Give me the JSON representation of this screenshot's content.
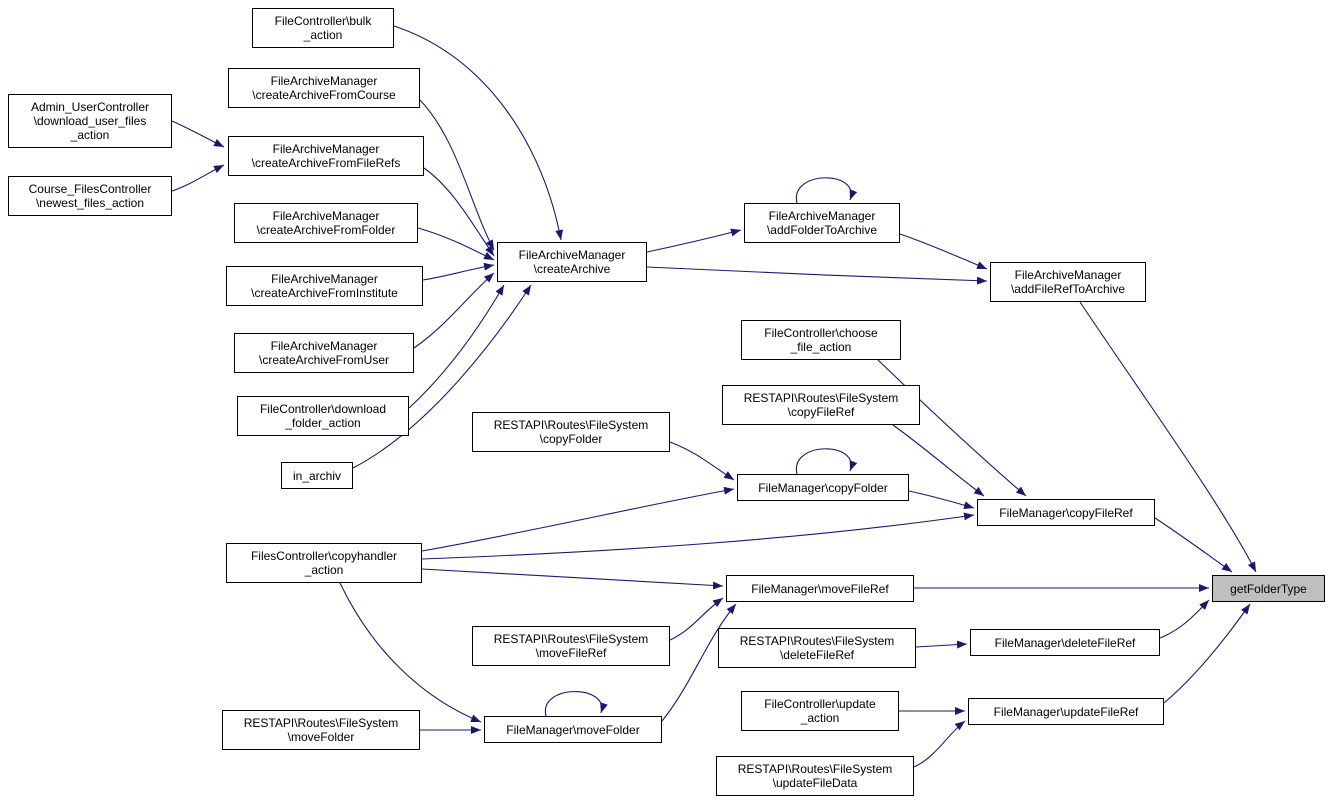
{
  "diagram": {
    "type": "doxygen-caller-graph",
    "focus_node": "getFolderType",
    "colors": {
      "background": "#ffffff",
      "edge": "#191970",
      "node_bg": "#ffffff",
      "node_border": "#000000",
      "highlight_bg": "#bfbfbf"
    },
    "nodes": [
      {
        "id": "bulk_action",
        "label": "FileController\\bulk\n_action"
      },
      {
        "id": "download_user_files_action",
        "label": "Admin_UserController\n\\download_user_files\n_action"
      },
      {
        "id": "newest_files_action",
        "label": "Course_FilesController\n\\newest_files_action"
      },
      {
        "id": "createArchiveFromCourse",
        "label": "FileArchiveManager\n\\createArchiveFromCourse"
      },
      {
        "id": "createArchiveFromFileRefs",
        "label": "FileArchiveManager\n\\createArchiveFromFileRefs"
      },
      {
        "id": "createArchiveFromFolder",
        "label": "FileArchiveManager\n\\createArchiveFromFolder"
      },
      {
        "id": "createArchiveFromInstitute",
        "label": "FileArchiveManager\n\\createArchiveFromInstitute"
      },
      {
        "id": "createArchiveFromUser",
        "label": "FileArchiveManager\n\\createArchiveFromUser"
      },
      {
        "id": "download_folder_action",
        "label": "FileController\\download\n_folder_action"
      },
      {
        "id": "in_archiv",
        "label": "in_archiv"
      },
      {
        "id": "createArchive",
        "label": "FileArchiveManager\n\\createArchive"
      },
      {
        "id": "addFolderToArchive",
        "label": "FileArchiveManager\n\\addFolderToArchive"
      },
      {
        "id": "addFileRefToArchive",
        "label": "FileArchiveManager\n\\addFileRefToArchive"
      },
      {
        "id": "choose_file_action",
        "label": "FileController\\choose\n_file_action"
      },
      {
        "id": "restapi_copyFileRef",
        "label": "RESTAPI\\Routes\\FileSystem\n\\copyFileRef"
      },
      {
        "id": "restapi_copyFolder",
        "label": "RESTAPI\\Routes\\FileSystem\n\\copyFolder"
      },
      {
        "id": "fm_copyFolder",
        "label": "FileManager\\copyFolder"
      },
      {
        "id": "fm_copyFileRef",
        "label": "FileManager\\copyFileRef"
      },
      {
        "id": "copyhandler_action",
        "label": "FilesController\\copyhandler\n_action"
      },
      {
        "id": "fm_moveFileRef",
        "label": "FileManager\\moveFileRef"
      },
      {
        "id": "restapi_moveFileRef",
        "label": "RESTAPI\\Routes\\FileSystem\n\\moveFileRef"
      },
      {
        "id": "restapi_deleteFileRef",
        "label": "RESTAPI\\Routes\\FileSystem\n\\deleteFileRef"
      },
      {
        "id": "fm_deleteFileRef",
        "label": "FileManager\\deleteFileRef"
      },
      {
        "id": "update_action",
        "label": "FileController\\update\n_action"
      },
      {
        "id": "fm_updateFileRef",
        "label": "FileManager\\updateFileRef"
      },
      {
        "id": "restapi_updateFileData",
        "label": "RESTAPI\\Routes\\FileSystem\n\\updateFileData"
      },
      {
        "id": "restapi_moveFolder",
        "label": "RESTAPI\\Routes\\FileSystem\n\\moveFolder"
      },
      {
        "id": "fm_moveFolder",
        "label": "FileManager\\moveFolder"
      },
      {
        "id": "getFolderType",
        "label": "getFolderType"
      }
    ],
    "edges": [
      {
        "from": "bulk_action",
        "to": "createArchive"
      },
      {
        "from": "download_user_files_action",
        "to": "createArchiveFromFileRefs"
      },
      {
        "from": "newest_files_action",
        "to": "createArchiveFromFileRefs"
      },
      {
        "from": "createArchiveFromCourse",
        "to": "createArchive"
      },
      {
        "from": "createArchiveFromFileRefs",
        "to": "createArchive"
      },
      {
        "from": "createArchiveFromFolder",
        "to": "createArchive"
      },
      {
        "from": "createArchiveFromInstitute",
        "to": "createArchive"
      },
      {
        "from": "createArchiveFromUser",
        "to": "createArchive"
      },
      {
        "from": "download_folder_action",
        "to": "createArchive"
      },
      {
        "from": "in_archiv",
        "to": "createArchive"
      },
      {
        "from": "createArchive",
        "to": "addFolderToArchive"
      },
      {
        "from": "createArchive",
        "to": "addFileRefToArchive"
      },
      {
        "from": "addFolderToArchive",
        "to": "addFolderToArchive"
      },
      {
        "from": "addFolderToArchive",
        "to": "addFileRefToArchive"
      },
      {
        "from": "addFileRefToArchive",
        "to": "getFolderType"
      },
      {
        "from": "choose_file_action",
        "to": "fm_copyFileRef"
      },
      {
        "from": "restapi_copyFileRef",
        "to": "fm_copyFileRef"
      },
      {
        "from": "restapi_copyFolder",
        "to": "fm_copyFolder"
      },
      {
        "from": "copyhandler_action",
        "to": "fm_copyFolder"
      },
      {
        "from": "fm_copyFolder",
        "to": "fm_copyFolder"
      },
      {
        "from": "fm_copyFolder",
        "to": "fm_copyFileRef"
      },
      {
        "from": "copyhandler_action",
        "to": "fm_copyFileRef"
      },
      {
        "from": "copyhandler_action",
        "to": "fm_moveFileRef"
      },
      {
        "from": "copyhandler_action",
        "to": "fm_moveFolder"
      },
      {
        "from": "restapi_moveFileRef",
        "to": "fm_moveFileRef"
      },
      {
        "from": "fm_moveFolder",
        "to": "fm_moveFileRef"
      },
      {
        "from": "fm_moveFolder",
        "to": "fm_moveFolder"
      },
      {
        "from": "restapi_moveFolder",
        "to": "fm_moveFolder"
      },
      {
        "from": "fm_copyFileRef",
        "to": "getFolderType"
      },
      {
        "from": "fm_moveFileRef",
        "to": "getFolderType"
      },
      {
        "from": "restapi_deleteFileRef",
        "to": "fm_deleteFileRef"
      },
      {
        "from": "fm_deleteFileRef",
        "to": "getFolderType"
      },
      {
        "from": "update_action",
        "to": "fm_updateFileRef"
      },
      {
        "from": "restapi_updateFileData",
        "to": "fm_updateFileRef"
      },
      {
        "from": "fm_updateFileRef",
        "to": "getFolderType"
      }
    ]
  }
}
